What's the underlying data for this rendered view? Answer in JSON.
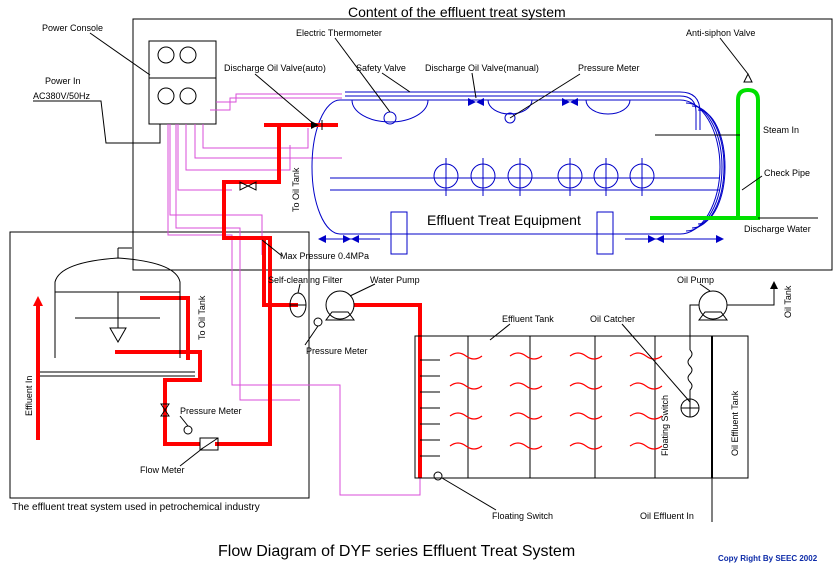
{
  "diagram": {
    "top_title": "Content of the effluent treat system",
    "main_title": "Flow Diagram of DYF series Effluent Treat System",
    "copyright": "Copy Right By SEEC 2002",
    "left_caption": "The effluent treat system used in petrochemical industry",
    "equipment_label": "Effluent Treat Equipment",
    "labels": {
      "power_console": "Power Console",
      "power_in": "Power In",
      "power_spec": "AC380V/50Hz",
      "electric_thermometer": "Electric Thermometer",
      "discharge_oil_auto": "Discharge Oil Valve(auto)",
      "safety_valve": "Safety Valve",
      "discharge_oil_manual": "Discharge Oil Valve(manual)",
      "pressure_meter_top": "Pressure Meter",
      "anti_siphon": "Anti-siphon Valve",
      "steam_in": "Steam In",
      "check_pipe": "Check Pipe",
      "discharge_water": "Discharge Water",
      "to_oil_tank_mid": "To Oil Tank",
      "max_pressure": "Max Pressure 0.4MPa",
      "self_cleaning_filter": "Self-cleaning Filter",
      "water_pump": "Water Pump",
      "pressure_meter_pump": "Pressure Meter",
      "oil_pump": "Oil Pump",
      "oil_tank_right": "Oil Tank",
      "effluent_tank": "Effluent Tank",
      "oil_catcher": "Oil Catcher",
      "floating_switch_v": "Floating Switch",
      "oil_effluent_tank": "Oil Effluent Tank",
      "floating_switch_bottom": "Floating Switch",
      "oil_effluent_in": "Oil Effluent In",
      "to_oil_tank_left": "To Oil Tank",
      "effluent_in": "Effluent In",
      "pressure_meter_left": "Pressure Meter",
      "flow_meter": "Flow Meter"
    },
    "colors": {
      "effluent_pipe": "#ff0000",
      "steam_pipe": "#00e000",
      "equipment_line": "#0000c8",
      "control_wire": "#d84ed8",
      "copyright": "#0c2aa8"
    }
  }
}
